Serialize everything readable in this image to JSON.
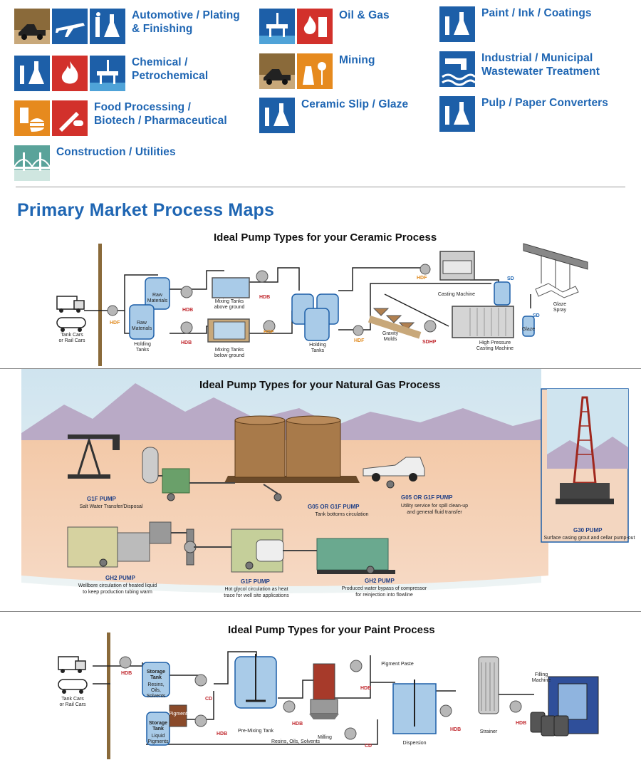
{
  "markets": {
    "automotive": "Automotive / Plating\n& Finishing",
    "chemical": "Chemical /\nPetrochemical",
    "food": "Food Processing /\nBiotech / Pharmaceutical",
    "construction": "Construction / Utilities",
    "oil_gas": "Oil & Gas",
    "mining": "Mining",
    "ceramic": "Ceramic Slip / Glaze",
    "paint": "Paint / Ink / Coatings",
    "wastewater": "Industrial / Municipal\nWastewater Treatment",
    "pulp": "Pulp / Paper Converters"
  },
  "section_title": "Primary Market Process Maps",
  "ceramic": {
    "title": "Ideal Pump Types for your Ceramic Process",
    "tank_cars": "Tank Cars\nor Rail Cars",
    "raw_materials_1": "Raw\nMaterials",
    "raw_materials_2": "Raw\nMaterials",
    "holding_tanks_1": "Holding\nTanks",
    "mixing_above": "Mixing Tanks\nabove ground",
    "mixing_below": "Mixing Tanks\nbelow ground",
    "holding_tanks_2": "Holding\nTanks",
    "gravity_molds": "Gravity\nMolds",
    "casting_machine": "Casting Machine",
    "hp_casting": "High Pressure\nCasting Machine",
    "glaze_spray": "Glaze\nSpray",
    "glaze": "Glaze",
    "pump_hdf_1": "HDF",
    "pump_hdb_1": "HDB",
    "pump_hdb_2": "HDB",
    "pump_hdb_3": "HDB",
    "pump_hdf_2": "HDF",
    "pump_hdf_3": "HDF",
    "pump_hdf_4": "HDF",
    "pump_sdhp": "SDHP",
    "pump_sd_1": "SD",
    "pump_sd_2": "SD"
  },
  "gas": {
    "title": "Ideal Pump Types for your Natural Gas Process",
    "g1f_1": "G1F PUMP",
    "g1f_1_desc": "Salt Water Transfer/Disposal",
    "g05_1": "G05 OR G1F PUMP",
    "g05_1_desc": "Tank bottoms circulation",
    "g05_2": "G05 OR G1F PUMP",
    "g05_2_desc": "Utility service for spill clean-up\nand general fluid transfer",
    "g30": "G30 PUMP",
    "g30_desc": "Surface casing grout and cellar pump-out",
    "gh2_1": "GH2 PUMP",
    "gh2_1_desc": "Wellbore circulation of heated liquid\nto keep production tubing warm",
    "g1f_2": "G1F PUMP",
    "g1f_2_desc": "Hot glycol circulation as heat\ntrace for well site applications",
    "gh2_2": "GH2 PUMP",
    "gh2_2_desc": "Produced water bypass of compressor\nfor reinjection into flowline"
  },
  "paint": {
    "title": "Ideal Pump Types for your Paint Process",
    "tank_cars": "Tank Cars\nor Rail Cars",
    "storage_tank_1": "Storage\nTank",
    "storage_tank_1_sub": "Resins, Oils,\nSolvents",
    "pigment": "Pigment",
    "storage_tank_2": "Storage\nTank",
    "storage_tank_2_sub": "Liquid\nPigments",
    "pre_mixing": "Pre-Mixing Tank",
    "milling": "Milling",
    "pigment_paste": "Pigment Paste",
    "dispersion": "Dispersion",
    "strainer": "Strainer",
    "filling_machine": "Filling\nMachine",
    "resins_line": "Resins, Oils, Solvents",
    "pump_hdb_1": "HDB",
    "pump_cd_1": "CD",
    "pump_hdb_2": "HDB",
    "pump_hdb_3": "HDB",
    "pump_hdb_4": "HDB",
    "pump_hdb_5": "HDB",
    "pump_hdb_6": "HDB",
    "pump_cd_2": "CD"
  },
  "colors": {
    "brand_blue": "#1f66b3",
    "icon_blue": "#1d5fa8",
    "icon_brown": "#8a6a3a",
    "icon_red": "#d2312b",
    "icon_orange": "#e68a1e",
    "icon_teal": "#5aa39a",
    "pump_red": "#c0272d",
    "pump_orange": "#e08a1e"
  }
}
